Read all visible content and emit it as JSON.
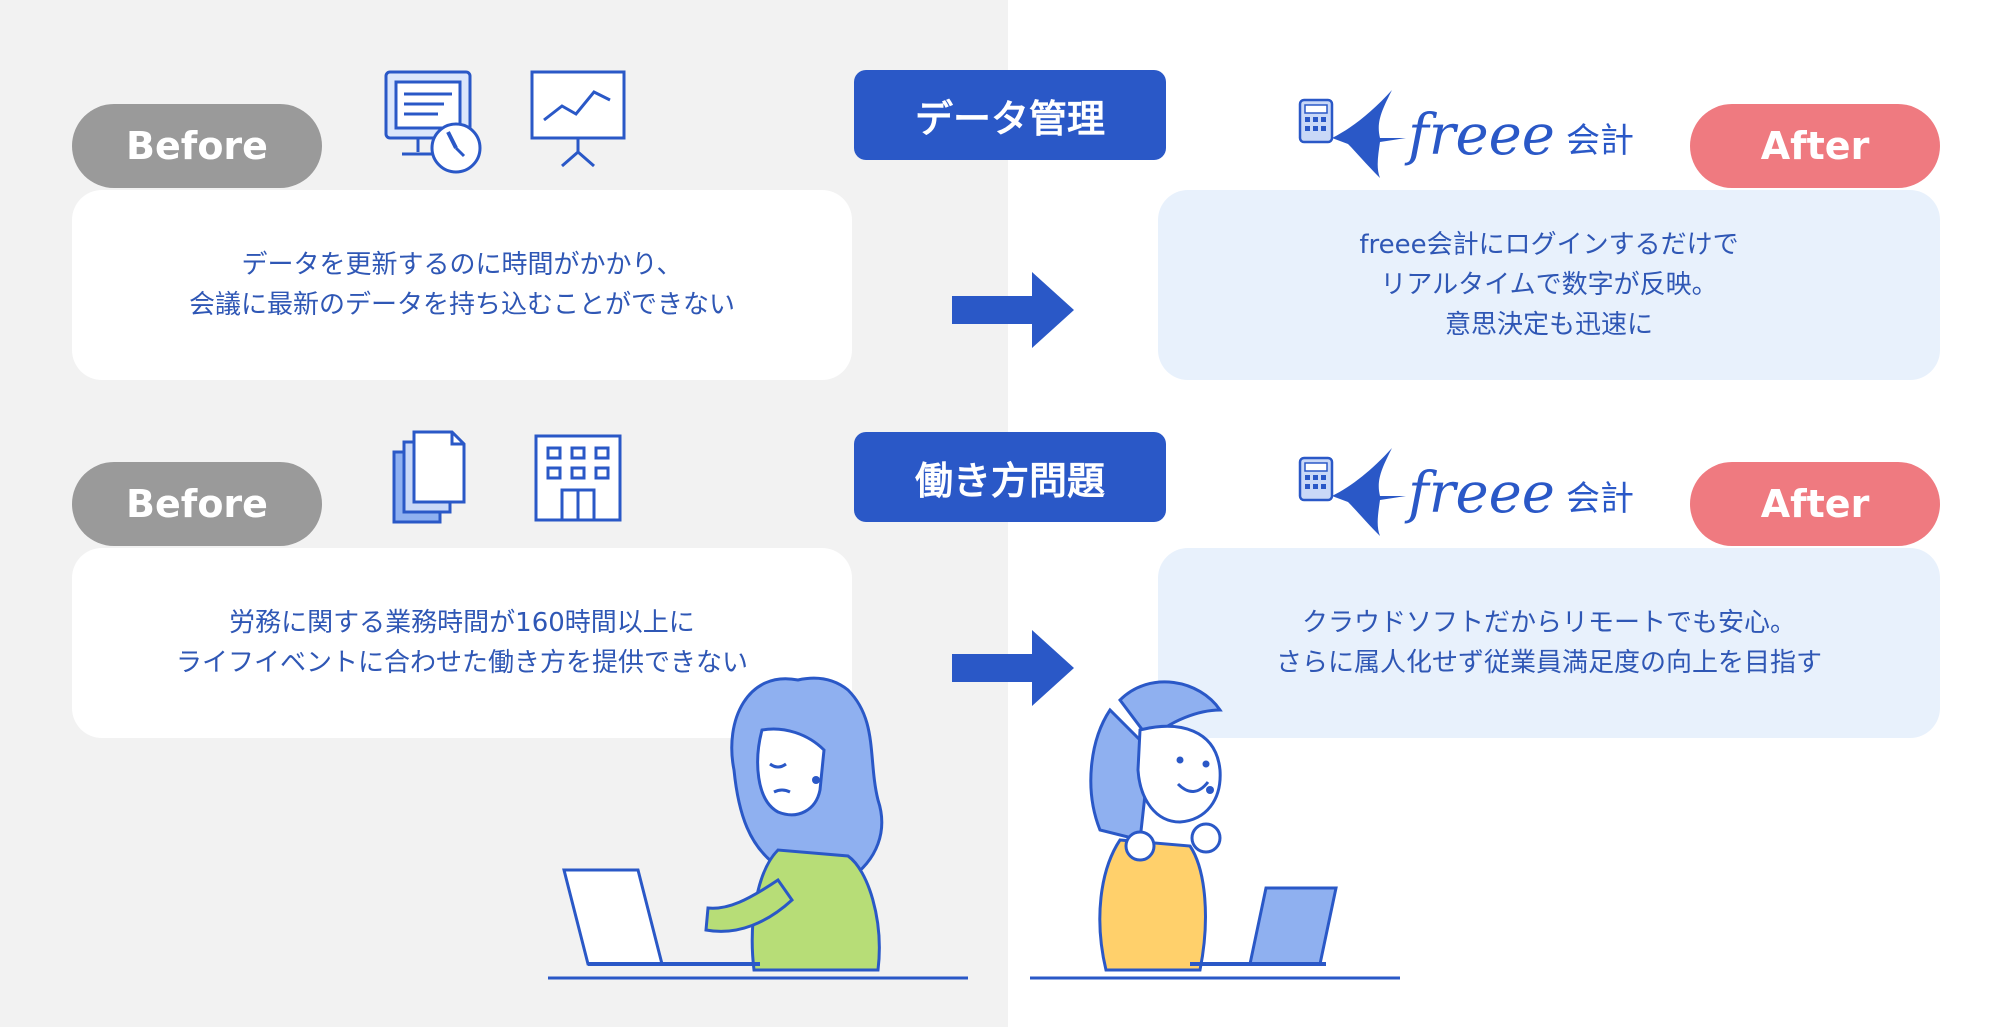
{
  "labels": {
    "before": "Before",
    "after": "After"
  },
  "logo": {
    "brand": "freee",
    "product": "会計"
  },
  "sections": [
    {
      "topic": "データ管理",
      "before_lines": [
        "データを更新するのに時間がかかり、",
        "会議に最新のデータを持ち込むことができない"
      ],
      "after_lines": [
        "freee会計にログインするだけで",
        "リアルタイムで数字が反映。",
        "意思決定も迅速に"
      ],
      "before_icons": [
        "monitor-clock-icon",
        "presentation-chart-icon"
      ]
    },
    {
      "topic": "働き方問題",
      "before_lines": [
        "労務に関する業務時間が160時間以上に",
        "ライフイベントに合わせた働き方を提供できない"
      ],
      "after_lines": [
        "クラウドソフトだからリモートでも安心。",
        "さらに属人化せず従業員満足度の向上を目指す"
      ],
      "before_icons": [
        "documents-icon",
        "building-icon"
      ]
    }
  ],
  "colors": {
    "before_pill": "#9a9a9a",
    "after_pill": "#ef7a80",
    "topic_bg": "#2a58c7",
    "text_blue": "#2f57b5",
    "after_card_bg": "#e8f1fc",
    "left_bg": "#f2f2f2"
  }
}
